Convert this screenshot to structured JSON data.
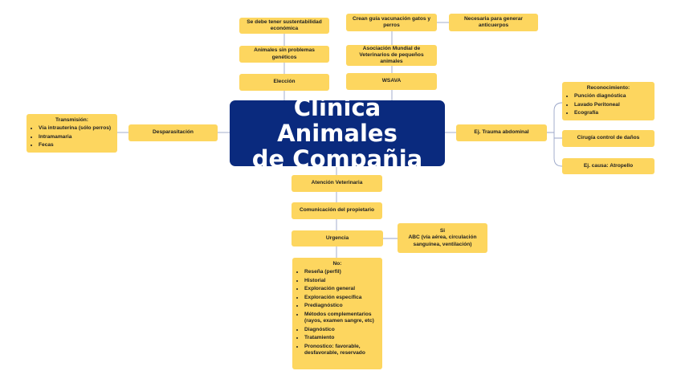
{
  "center": {
    "line1": "Clínica Animales",
    "line2": "de Compañia"
  },
  "top_left": {
    "economic": "Se debe tener sustentabilidad económica",
    "genetic": "Animales sin problemas genéticos",
    "choice": "Elección"
  },
  "top_right": {
    "vaccination": "Crean guía vacunación gatos y perros",
    "antibodies": "Necesaria para generar anticuerpos",
    "association": "Asociación Mundial de Veterinarios de pequeños animales",
    "wsava": "WSAVA"
  },
  "left": {
    "deworming": "Desparasitación",
    "transmission_title": "Transmisión:",
    "transmission_items": [
      "Vía intrauterina (sólo perros)",
      "Intramamaria",
      "Fecas"
    ]
  },
  "right": {
    "trauma": "Ej. Trauma abdominal",
    "recognition_title": "Reconocimiento:",
    "recognition_items": [
      "Punción diagnóstica",
      "Lavado Peritoneal",
      "Ecografía"
    ],
    "surgery": "Cirugía control de daños",
    "cause": "Ej. causa: Atropello"
  },
  "bottom": {
    "care": "Atención Veterinaria",
    "owner": "Comunicación del propietario",
    "urgency": "Urgencia",
    "yes_title": "Si",
    "yes_text": "ABC (vía aérea, circulación sanguínea, ventilación)",
    "no_title": "No:",
    "no_items": [
      "Reseña (perfil)",
      "Historial",
      "Exploración general",
      "Exploración específica",
      "Prediagnóstico",
      "Métodos complementarios (rayos, examen sangre, etc)",
      "Diagnóstico",
      "Tratamiento",
      "Pronostico: favorable, desfavorable, reservado"
    ]
  },
  "colors": {
    "node": "#fdd65f",
    "center": "#0a2a7e",
    "line": "#9aa6c8"
  }
}
